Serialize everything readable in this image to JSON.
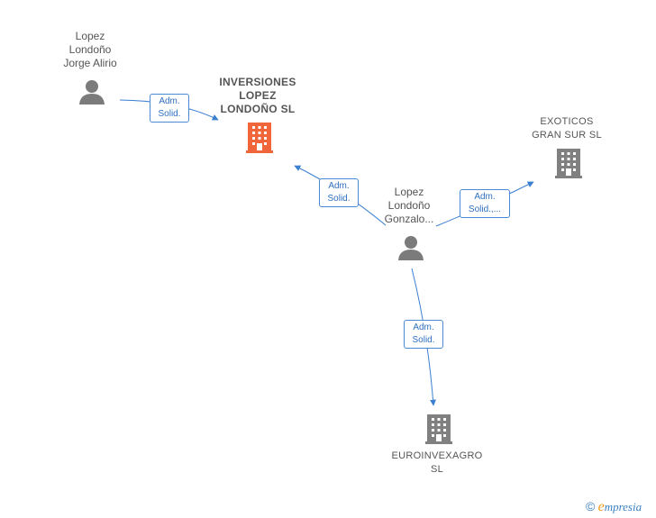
{
  "nodes": {
    "jorge": {
      "label": "Lopez\nLondoño\nJorge Alirio",
      "type": "person"
    },
    "gonzalo": {
      "label": "Lopez\nLondoño\nGonzalo...",
      "type": "person"
    },
    "inversiones": {
      "label": "INVERSIONES\nLOPEZ\nLONDOÑO  SL",
      "type": "company",
      "highlight": true
    },
    "exoticos": {
      "label": "EXOTICOS\nGRAN SUR  SL",
      "type": "company"
    },
    "euroinvexagro": {
      "label": "EUROINVEXAGRO\nSL",
      "type": "company"
    }
  },
  "edges": {
    "jorge_inversiones": "Adm.\nSolid.",
    "gonzalo_inversiones": "Adm.\nSolid.",
    "gonzalo_exoticos": "Adm.\nSolid.,...",
    "gonzalo_euroinvexagro": "Adm.\nSolid."
  },
  "colors": {
    "edge": "#3b7fd1",
    "person_icon": "#7b7b7b",
    "company_icon": "#808080",
    "highlight_company_icon": "#f0653a"
  },
  "watermark": {
    "copyright": "©",
    "brand_initial": "e",
    "brand_rest": "mpresia"
  }
}
